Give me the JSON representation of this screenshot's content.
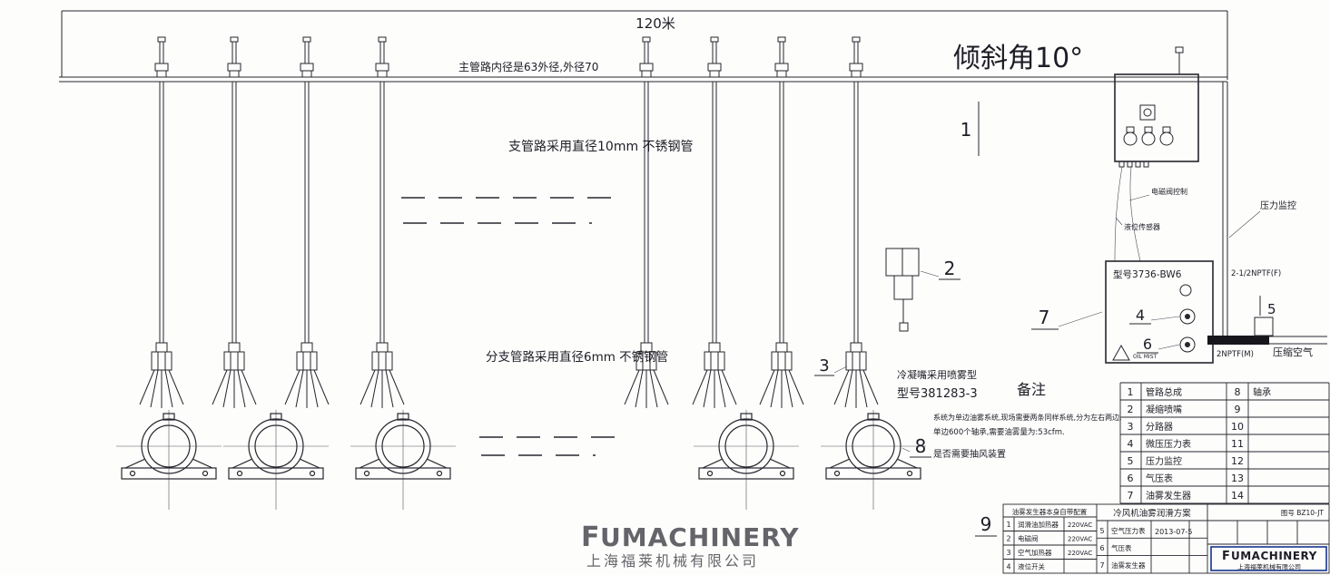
{
  "texts": {
    "dim_length": "120米",
    "main_pipe_note": "主管路内径是63外径,外径70",
    "incline_angle": "倾斜角10°",
    "branch_pipe_note": "支管路采用直径10mm 不锈钢管",
    "sub_branch_pipe_note": "分支管路采用直径6mm 不锈钢管",
    "nozzle_note_line1": "冷凝嘴采用喷雾型",
    "nozzle_note_line2": "型号381283-3",
    "generator_model": "型号3736-BW6",
    "solenoid_control": "电磁阀控制",
    "level_sensor": "液位传感器",
    "pressure_monitor": "压力监控",
    "port_f": "2-1/2NPTF(F)",
    "port_m": "2NPTF(M)",
    "compressed_air": "压缩空气",
    "oil_mist": "OIL MIST",
    "notes_title": "备注",
    "notes_line1": "系统为单边油雾系统,现场需要两条同样系统,分为左右两边,",
    "notes_line2": "单边600个轴承,需要油雾量为:53cfm.",
    "notes_line3": "是否需要抽风装置"
  },
  "callouts": {
    "c1": "1",
    "c2": "2",
    "c3": "3",
    "c4": "4",
    "c5": "5",
    "c6": "6",
    "c7": "7",
    "c8": "8",
    "c9": "9"
  },
  "parts_table": {
    "rows": [
      {
        "n1": "1",
        "name1": "管路总成",
        "n2": "8",
        "name2": "轴承"
      },
      {
        "n1": "2",
        "name1": "凝缩喷嘴",
        "n2": "9",
        "name2": ""
      },
      {
        "n1": "3",
        "name1": "分路器",
        "n2": "10",
        "name2": ""
      },
      {
        "n1": "4",
        "name1": "微压压力表",
        "n2": "11",
        "name2": ""
      },
      {
        "n1": "5",
        "name1": "压力监控",
        "n2": "12",
        "name2": ""
      },
      {
        "n1": "6",
        "name1": "气压表",
        "n2": "13",
        "name2": ""
      },
      {
        "n1": "7",
        "name1": "油雾发生器",
        "n2": "14",
        "name2": ""
      }
    ]
  },
  "title_block": {
    "config_header": "油雾发生器本身自带配置",
    "config_rows": [
      {
        "n": "1",
        "name": "润滑油加热器",
        "spec": "220VAC"
      },
      {
        "n": "2",
        "name": "电磁阀",
        "spec": "220VAC"
      },
      {
        "n": "3",
        "name": "空气加热器",
        "spec": "220VAC"
      },
      {
        "n": "4",
        "name": "液位开关",
        "spec": ""
      }
    ],
    "extra_rows": [
      {
        "n": "5",
        "name": "空气压力表"
      },
      {
        "n": "6",
        "name": "气压表"
      },
      {
        "n": "7",
        "name": "油雾发生器"
      }
    ],
    "drawing_title": "冷风机油雾润滑方案",
    "drawing_no": "图号 BZ10-JT",
    "date": "2013-07-5"
  },
  "logo": {
    "f": "F",
    "rest": "UMACHINERY",
    "company": "上海福莱机械有限公司"
  },
  "watermark": {
    "f": "F",
    "rest": "UMACHINERY",
    "company": "上海福莱机械有限公司"
  }
}
